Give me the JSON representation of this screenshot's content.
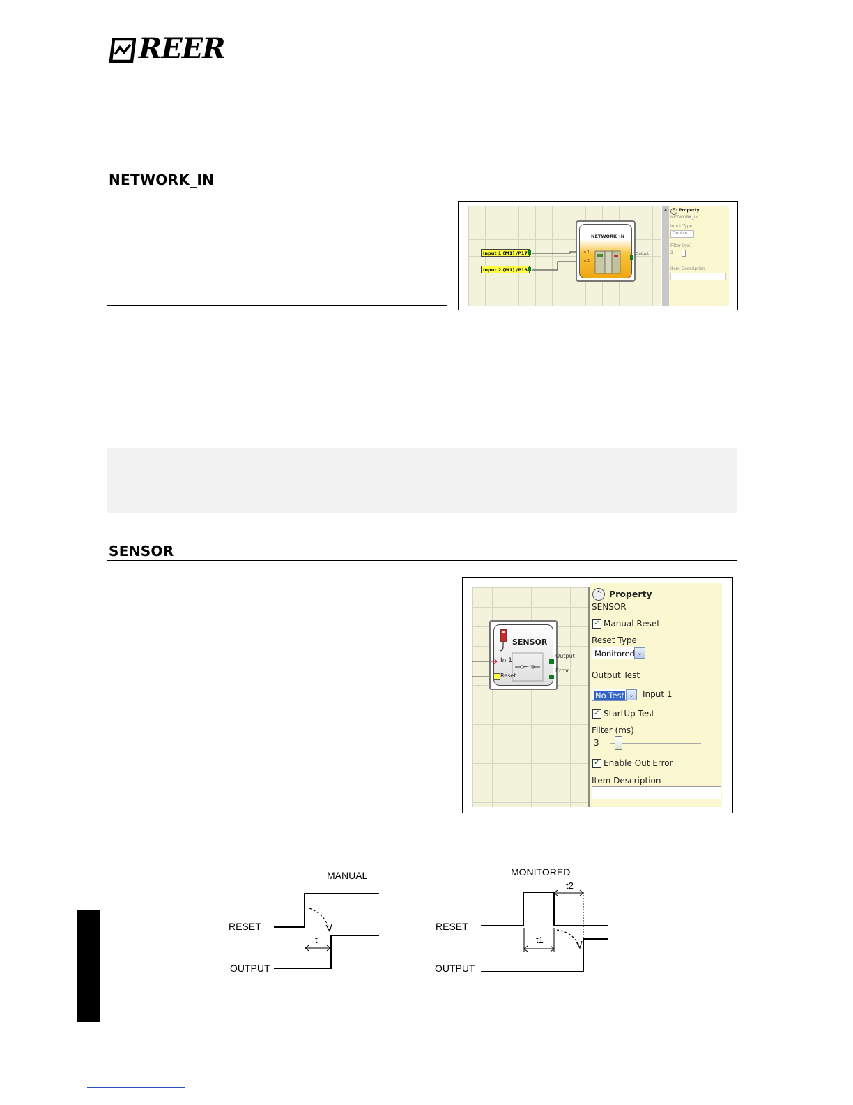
{
  "header": {
    "logo_text": "REER",
    "logo_icon": "reer-logo-icon"
  },
  "sections": {
    "network_in": {
      "title": "NETWORK_IN"
    },
    "sensor": {
      "title": "SENSOR"
    }
  },
  "network_in_screenshot": {
    "block_title": "NETWORK_IN",
    "inputs": [
      "Input 1 (M1) /P17",
      "Input 2 (M1) /P18"
    ],
    "ports": {
      "in1": "In 1",
      "in2": "In 2",
      "output": "Output"
    },
    "panel": {
      "header": "Property",
      "name": "NETWORK_IN",
      "input_type_label": "Input Type",
      "input_type_value": "Double",
      "filter_label": "Filter (ms)",
      "filter_value": "3",
      "item_description_label": "Item Description"
    }
  },
  "sensor_screenshot": {
    "block_title": "SENSOR",
    "ports": {
      "in1": "In 1",
      "reset": "Reset",
      "output": "Output",
      "error": "Error"
    },
    "panel": {
      "header": "Property",
      "name": "SENSOR",
      "manual_reset_label": "Manual Reset",
      "manual_reset_checked": true,
      "reset_type_label": "Reset Type",
      "reset_type_value": "Monitored",
      "output_test_label": "Output Test",
      "output_test_value": "No Test",
      "output_test_input": "Input 1",
      "startup_test_label": "StartUp Test",
      "startup_test_checked": true,
      "filter_label": "Filter (ms)",
      "filter_value": "3",
      "enable_out_error_label": "Enable Out Error",
      "enable_out_error_checked": true,
      "item_description_label": "Item Description"
    }
  },
  "waveforms": {
    "manual": {
      "title": "MANUAL",
      "reset": "RESET",
      "output": "OUTPUT",
      "t": "t"
    },
    "monitored": {
      "title": "MONITORED",
      "reset": "RESET",
      "output": "OUTPUT",
      "t1": "t1",
      "t2": "t2"
    }
  }
}
